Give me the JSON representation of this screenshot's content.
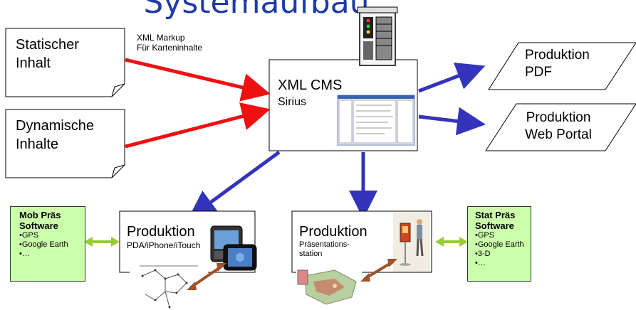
{
  "title": "Systemaufbau",
  "markup_note": {
    "line1": "XML Markup",
    "line2": "Für Karteninhalte"
  },
  "static_content": {
    "line1": "Statischer",
    "line2": "Inhalt"
  },
  "dynamic_content": {
    "line1": "Dynamische",
    "line2": "Inhalte"
  },
  "cms": {
    "title": "XML CMS",
    "subtitle": "Sirius"
  },
  "pdf_output": {
    "line1": "Produktion",
    "line2": "PDF"
  },
  "web_output": {
    "line1": "Produktion",
    "line2": "Web Portal"
  },
  "mobile_production": {
    "title": "Produktion",
    "subtitle": "PDA/iPhone/iTouch"
  },
  "station_production": {
    "title": "Produktion",
    "line1": "Präsentations-",
    "line2": "station"
  },
  "mobile_software": {
    "title1": "Mob Präs",
    "title2": "Software",
    "items": [
      "•GPS",
      "•Google Earth",
      "•…"
    ]
  },
  "station_software": {
    "title1": "Stat Präs",
    "title2": "Software",
    "items": [
      "•GPS",
      "•Google Earth",
      "•3-D",
      "•…"
    ]
  },
  "colors": {
    "red_arrow": "#ee1111",
    "blue_arrow": "#3333bb",
    "green_arrow": "#99cc33",
    "brown_arrow": "#a0522d",
    "green_box": "#ccffaa",
    "title": "#1f3aa8"
  }
}
